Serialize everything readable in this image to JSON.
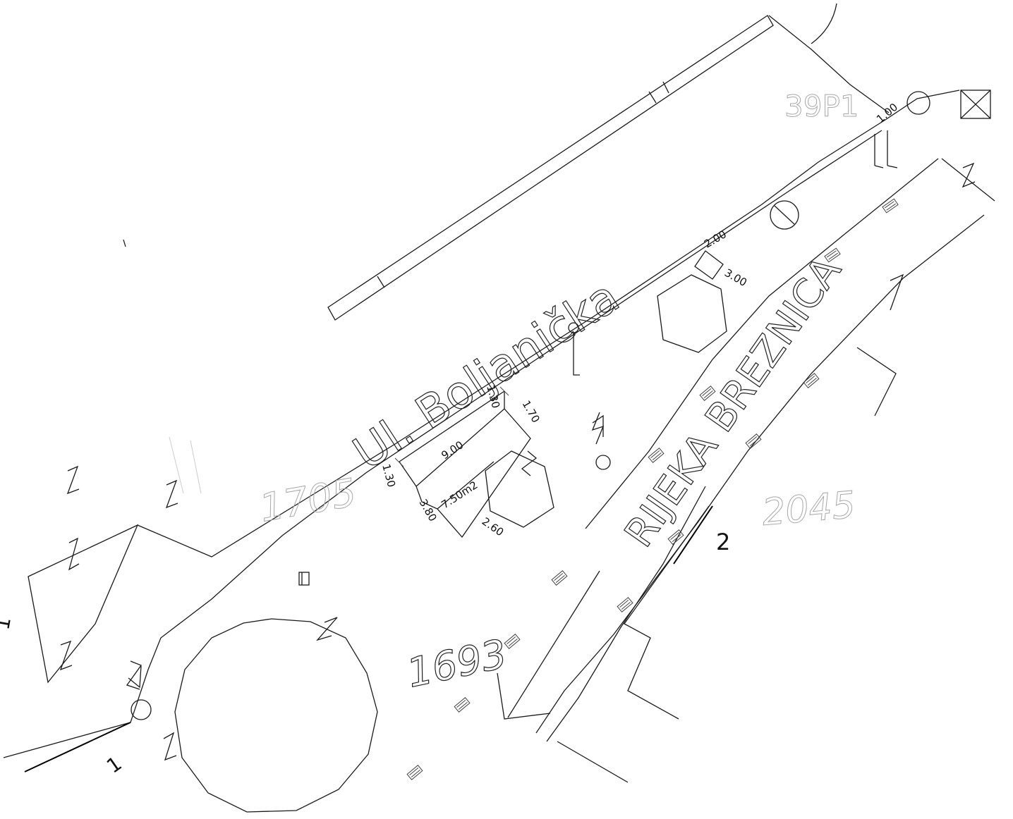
{
  "street_name": "Ul. Boljanička",
  "river_name": "RIJEKA BREZNICA",
  "parcels": {
    "p1705": "1705",
    "p1693": "1693",
    "p2045": "2045",
    "p39P1": "39P1"
  },
  "point_labels": {
    "label_2": "2",
    "label_1_bottom": "1",
    "label_1_left": "1"
  },
  "dimensions": {
    "length_900": "9.00",
    "width_130_top": "1.30",
    "width_130_left": "1.30",
    "side_170": "1.70",
    "side_380": "3.80",
    "side_260": "2.60",
    "area": "7.50m2",
    "box_200": "2.00",
    "box_300": "3.00",
    "top_100": "1.00"
  }
}
